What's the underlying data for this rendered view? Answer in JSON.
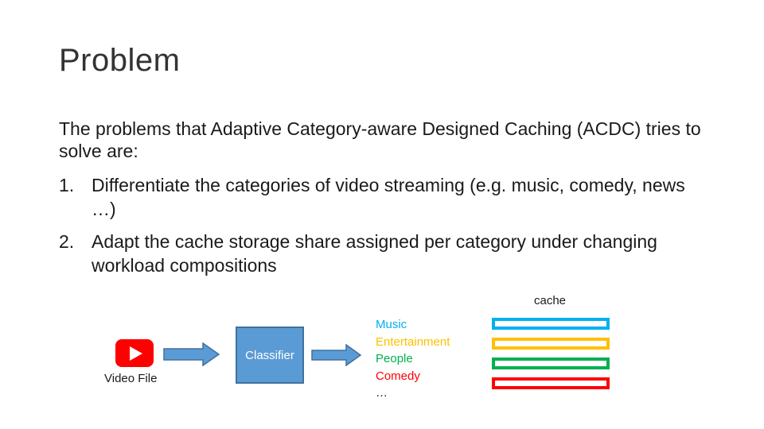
{
  "slide": {
    "title": "Problem",
    "intro": "The problems that Adaptive Category-aware Designed Caching (ACDC) tries to solve are:",
    "items": [
      {
        "number": "1.",
        "text": "Differentiate the categories of video streaming (e.g. music, comedy, news …)"
      },
      {
        "number": "2.",
        "text": "Adapt the cache storage share assigned per category under changing workload compositions"
      }
    ]
  },
  "diagram": {
    "video_label": "Video File",
    "classifier_label": "Classifier",
    "cache_label": "cache",
    "categories": [
      {
        "label": "Music",
        "color": "#00b0f0"
      },
      {
        "label": "Entertainment",
        "color": "#ffc000"
      },
      {
        "label": "People",
        "color": "#00b050"
      },
      {
        "label": "Comedy",
        "color": "#ff0000"
      },
      {
        "label": "…",
        "color": "#1a1a1a"
      }
    ],
    "cache_bar_colors": [
      "#00b0f0",
      "#ffc000",
      "#00b050",
      "#ff0000"
    ],
    "icon": "youtube-play-icon",
    "arrow_color": "#5b9bd5"
  }
}
